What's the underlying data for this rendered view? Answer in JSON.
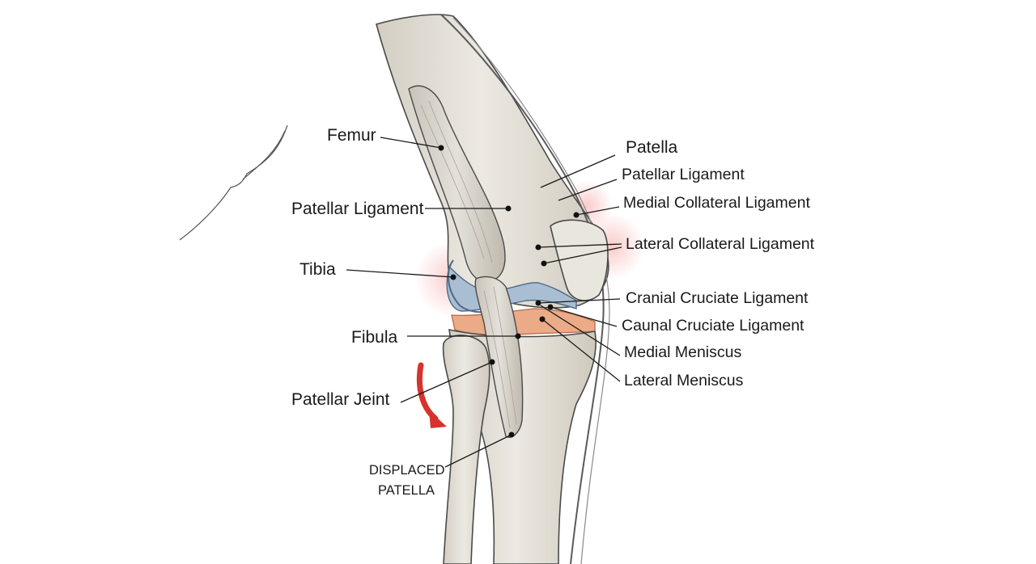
{
  "labels": {
    "femur": "Femur",
    "patellar_ligament_left": "Patellar Ligament",
    "tibia": "Tibia",
    "fibula": "Fibula",
    "patellar_joint": "Patellar Jeint",
    "displaced_line1": "DISPLACED",
    "displaced_line2": "PATELLA",
    "patella": "Patella",
    "patellar_ligament_right": "Patellar Ligament",
    "medial_collateral": "Medial Collateral Ligament",
    "lateral_collateral": "Lateral Collateral Ligament",
    "cranial_cruciate": "Cranial Cruciate Ligament",
    "caudal_cruciate": "Caunal Cruciate Ligament",
    "medial_meniscus": "Medial Meniscus",
    "lateral_meniscus": "Lateral Meniscus"
  },
  "colors": {
    "bone": "#e6e2d8",
    "bone_shadow": "#b9b3a6",
    "outline": "#4a4a4a",
    "cartilage_blue": "#9fb7cf",
    "meniscus_orange": "#e8a27e",
    "inflammation": "#f28b8b",
    "arrow_red": "#d8322c"
  },
  "icons": {
    "displacement_arrow": "curved-arrow-down-icon"
  }
}
